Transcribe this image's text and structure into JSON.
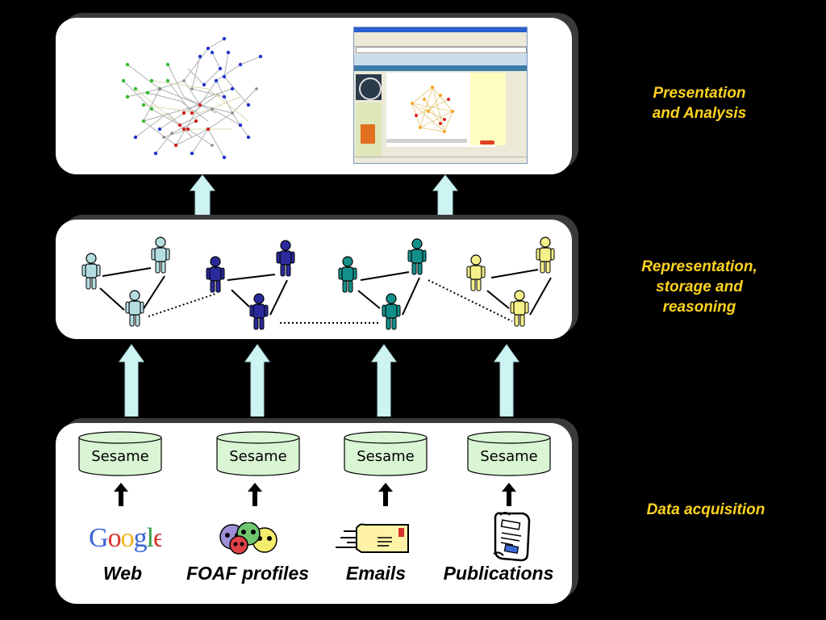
{
  "layers": {
    "presentation": "Presentation\nand Analysis",
    "representation": "Representation,\nstorage and\nreasoning",
    "acquisition": "Data acquisition"
  },
  "stores": [
    {
      "label": "Sesame"
    },
    {
      "label": "Sesame"
    },
    {
      "label": "Sesame"
    },
    {
      "label": "Sesame"
    }
  ],
  "sources": [
    {
      "label": "Web",
      "icon": "google-logo-icon"
    },
    {
      "label": "FOAF profiles",
      "icon": "foaf-faces-icon"
    },
    {
      "label": "Emails",
      "icon": "email-envelope-icon"
    },
    {
      "label": "Publications",
      "icon": "publication-document-icon"
    }
  ],
  "google_logo_text": "Google",
  "people_groups": [
    {
      "color": "#b5dde0"
    },
    {
      "color": "#2a2a9c"
    },
    {
      "color": "#138f8a"
    },
    {
      "color": "#f4f08a"
    }
  ],
  "colors": {
    "label": "#ffd21f",
    "arrow_fill": "#cdf3f3",
    "db_fill": "#d9f5d4"
  }
}
